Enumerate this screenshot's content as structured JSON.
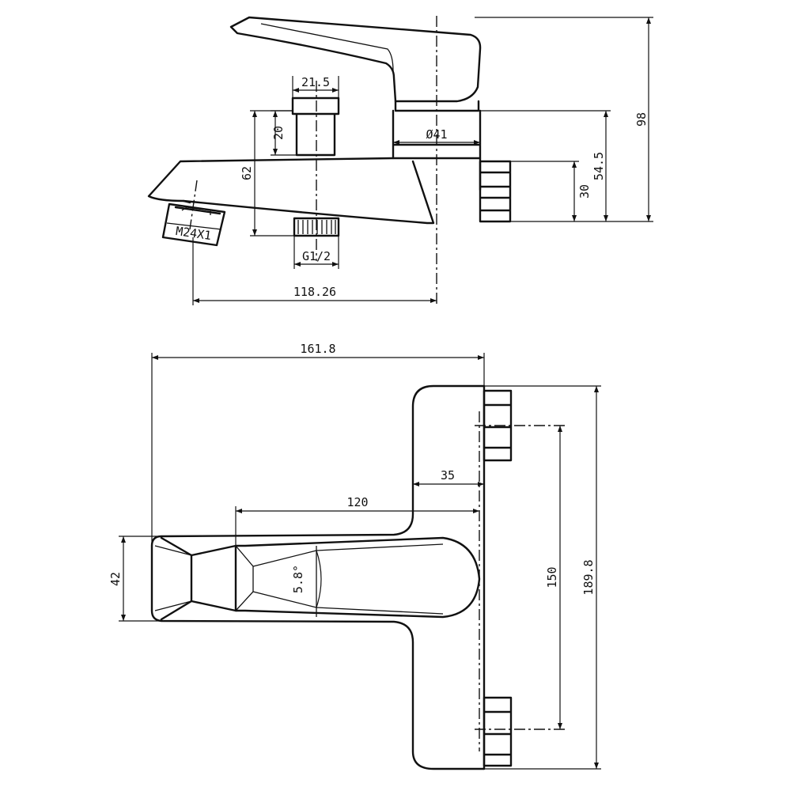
{
  "side_view": {
    "dims": {
      "cartridge_width": "21.5",
      "cartridge_height": "20",
      "body_height": "62",
      "body_diameter": "Ø41",
      "nut_height": "30",
      "inlet_height": "54.5",
      "overall_height": "98",
      "aerator_thread": "M24X1",
      "inlet_thread": "G1/2",
      "spout_reach": "118.26"
    }
  },
  "top_view": {
    "dims": {
      "overall_width": "161.8",
      "inlet_offset": "35",
      "handle_length": "120",
      "handle_width": "42",
      "handle_angle": "5.8°",
      "inlet_centres": "150",
      "overall_depth": "189.8"
    }
  }
}
